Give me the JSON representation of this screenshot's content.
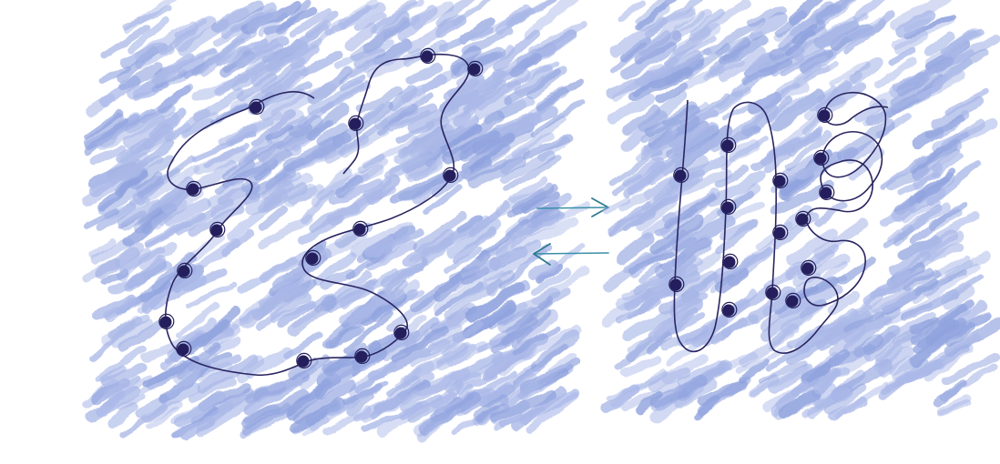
{
  "colors": {
    "background": "#ffffff",
    "shading": "#aab8e8",
    "shading_dark": "#8fa2de",
    "curve": "#2a2560",
    "dot": "#241f5c",
    "arrow": "#3a8fa8"
  },
  "panels": [
    {
      "name": "left-panel",
      "description_icon": "tangled-curve-with-points"
    },
    {
      "name": "right-panel",
      "description_icon": "unfolded-curve-with-points"
    }
  ],
  "arrows": [
    {
      "name": "forward-arrow",
      "direction": "right"
    },
    {
      "name": "backward-arrow",
      "direction": "left"
    }
  ]
}
